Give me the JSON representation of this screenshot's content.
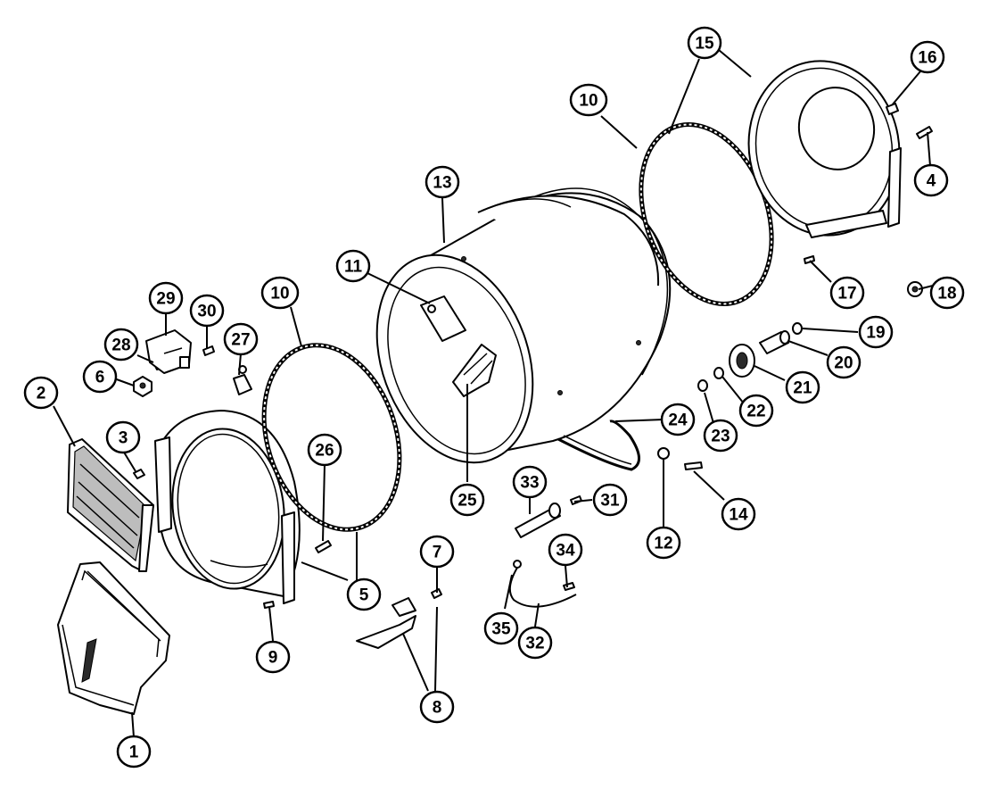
{
  "colors": {
    "ink": "#000000",
    "paper": "#ffffff",
    "shade": "#bdbdbd"
  },
  "callouts": [
    {
      "id": "c1",
      "label": "1"
    },
    {
      "id": "c2",
      "label": "2"
    },
    {
      "id": "c3",
      "label": "3"
    },
    {
      "id": "c4",
      "label": "4"
    },
    {
      "id": "c5",
      "label": "5"
    },
    {
      "id": "c6",
      "label": "6"
    },
    {
      "id": "c7",
      "label": "7"
    },
    {
      "id": "c8",
      "label": "8"
    },
    {
      "id": "c9",
      "label": "9"
    },
    {
      "id": "c10a",
      "label": "10"
    },
    {
      "id": "c10b",
      "label": "10"
    },
    {
      "id": "c11",
      "label": "11"
    },
    {
      "id": "c12",
      "label": "12"
    },
    {
      "id": "c13",
      "label": "13"
    },
    {
      "id": "c14",
      "label": "14"
    },
    {
      "id": "c15",
      "label": "15"
    },
    {
      "id": "c16",
      "label": "16"
    },
    {
      "id": "c17",
      "label": "17"
    },
    {
      "id": "c18",
      "label": "18"
    },
    {
      "id": "c19",
      "label": "19"
    },
    {
      "id": "c20",
      "label": "20"
    },
    {
      "id": "c21",
      "label": "21"
    },
    {
      "id": "c22",
      "label": "22"
    },
    {
      "id": "c23",
      "label": "23"
    },
    {
      "id": "c24",
      "label": "24"
    },
    {
      "id": "c25",
      "label": "25"
    },
    {
      "id": "c26",
      "label": "26"
    },
    {
      "id": "c27",
      "label": "27"
    },
    {
      "id": "c28",
      "label": "28"
    },
    {
      "id": "c29",
      "label": "29"
    },
    {
      "id": "c30",
      "label": "30"
    },
    {
      "id": "c31",
      "label": "31"
    },
    {
      "id": "c32",
      "label": "32"
    },
    {
      "id": "c33",
      "label": "33"
    },
    {
      "id": "c34",
      "label": "34"
    },
    {
      "id": "c35",
      "label": "35"
    }
  ]
}
